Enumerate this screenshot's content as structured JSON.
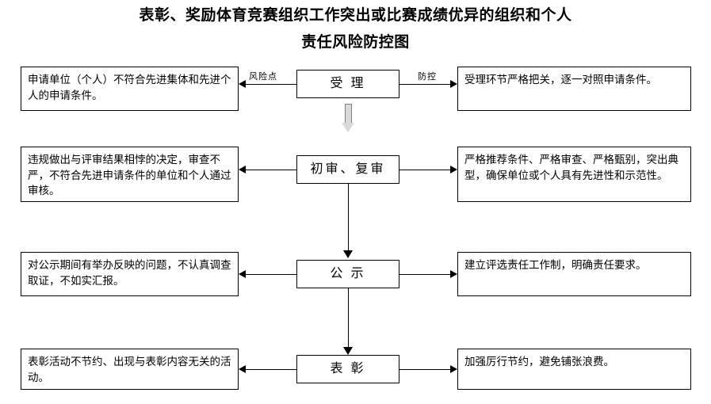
{
  "title": {
    "line1": "表彰、奖励体育竞赛组织工作突出或比赛成绩优异的组织和个人",
    "line2": "责任风险防控图"
  },
  "headers": {
    "risk": "风险点",
    "control": "防控"
  },
  "rows": [
    {
      "risk": "申请单位（个人）不符合先进集体和先进个人的申请条件。",
      "stage": "受 理",
      "control": "受理环节严格把关，逐一对照申请条件。"
    },
    {
      "risk": "违规做出与评审结果相悖的决定，审查不严，不符合先进申请条件的单位和个人通过审核。",
      "stage": "初审、复审",
      "control": "严格推荐条件、严格审查、严格甄别，突出典型，确保单位或个人具有先进性和示范性。"
    },
    {
      "risk": "对公示期间有举办反映的问题，不认真调查取证，不如实汇报。",
      "stage": "公 示",
      "control": "建立评选责任工作制，明确责任要求。"
    },
    {
      "risk": "表彰活动不节约、出现与表彰内容无关的活动。",
      "stage": "表 彰",
      "control": "加强厉行节约，避免铺张浪费。"
    }
  ]
}
